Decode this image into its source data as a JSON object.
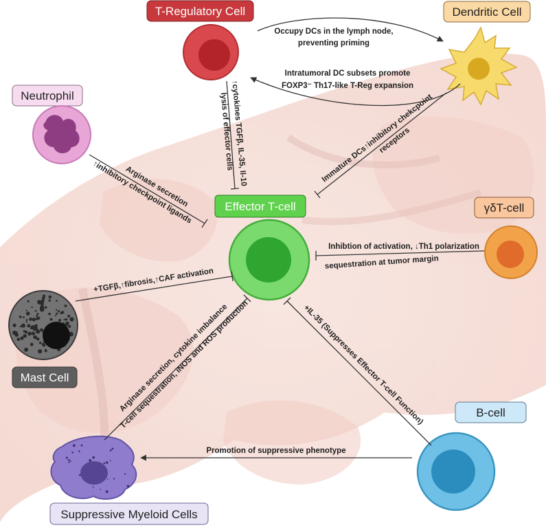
{
  "cells": {
    "treg": "T-Regulatory Cell",
    "dendritic": "Dendritic Cell",
    "neutrophil": "Neutrophil",
    "effector": "Effector  T-cell",
    "gdt": "γδT-cell",
    "mast": "Mast Cell",
    "bcell": "B-cell",
    "myeloid": "Suppressive Myeloid Cells"
  },
  "interactions": {
    "treg_to_dc_1": "Occupy DCs in the lymph node,",
    "treg_to_dc_2": "preventing priming",
    "dc_to_treg_1": "Intratumoral DC subsets promote",
    "dc_to_treg_2": "FOXP3⁻ Th17-like T-Reg expansion",
    "treg_eff_1": "↑cytokines TGFβ, IL-35, Il-10",
    "treg_eff_2": "lysis of effector cells",
    "dc_eff_1": "Immature DCs↑inhibitory chekcpoint",
    "dc_eff_2": "receptors",
    "neut_eff_1": "Arginase secretion",
    "neut_eff_2": "↑inhibitory checkpoint ligands",
    "gdt_eff_1": "Inhibtion of activation, ↓Th1 polarization",
    "gdt_eff_2": "sequestration at tumor margin",
    "mast_eff": "+TGFβ,↑fibrosis,↑CAF activation",
    "myeloid_eff_1": "Arginase secretion, cytokine imbalance",
    "myeloid_eff_2": "T-cell sequestration, iNOS and ROS production",
    "bcell_eff": "+IL-35 (Suppresses Effector T-cell Function)",
    "bcell_myeloid": "Promotion of suppressive phenotype"
  },
  "colors": {
    "treg": "#c8393d",
    "dendritic_label_bg": "#fbd9a4",
    "dendritic_cell": "#f6d96b",
    "neutrophil": "#d889c6",
    "effector": "#6fd36a",
    "effector_label_bg": "#5fd14c",
    "gdt": "#f0a04c",
    "mast": "#6a6a6a",
    "bcell": "#5fb6dc",
    "myeloid": "#8b78c7",
    "tissue": "#f6ddd6"
  }
}
